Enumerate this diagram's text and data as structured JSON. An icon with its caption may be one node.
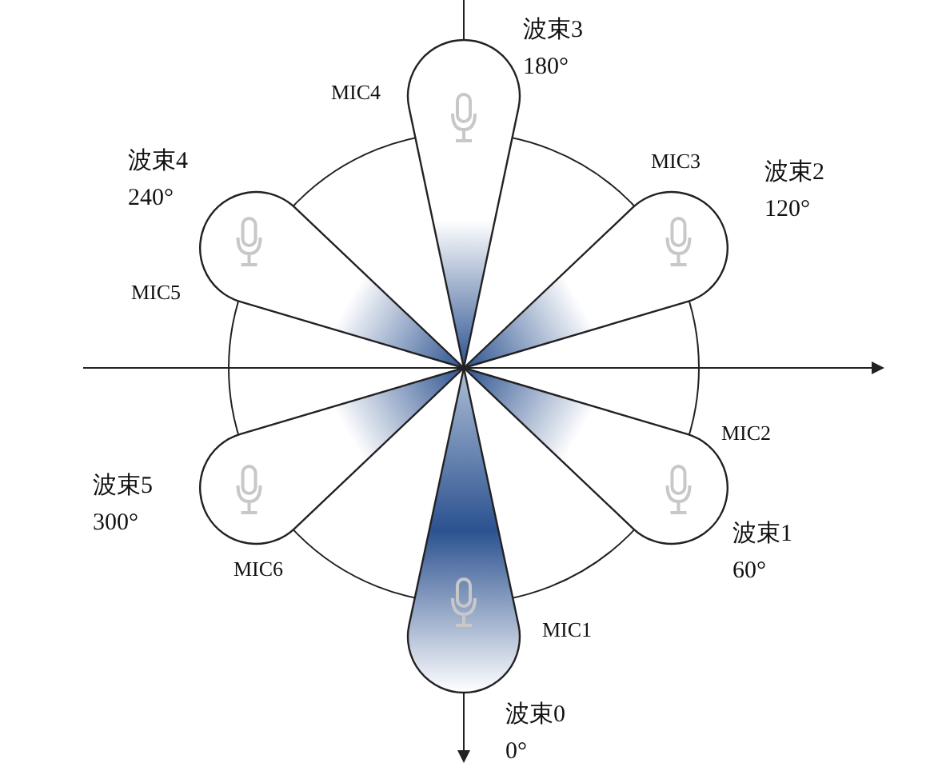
{
  "diagram": {
    "nodes": [
      {
        "text": [],
        "shape": "teardrop",
        "beside": [
          "波束0",
          "0°"
        ]
      },
      {
        "text": [],
        "shape": "teardrop",
        "beside": [
          "波束1",
          "60°"
        ]
      },
      {
        "text": [],
        "shape": "teardrop",
        "beside": [
          "波束2",
          "120°"
        ]
      },
      {
        "text": [],
        "shape": "teardrop",
        "beside": [
          "波束3",
          "180°"
        ]
      },
      {
        "text": [],
        "shape": "teardrop",
        "beside": [
          "波束4",
          "240°"
        ]
      },
      {
        "text": [],
        "shape": "teardrop",
        "beside": [
          "波束5",
          "300°"
        ]
      }
    ],
    "labels": [
      "MIC4",
      "MIC3",
      "MIC5",
      "MIC2",
      "MIC6",
      "MIC1"
    ]
  }
}
